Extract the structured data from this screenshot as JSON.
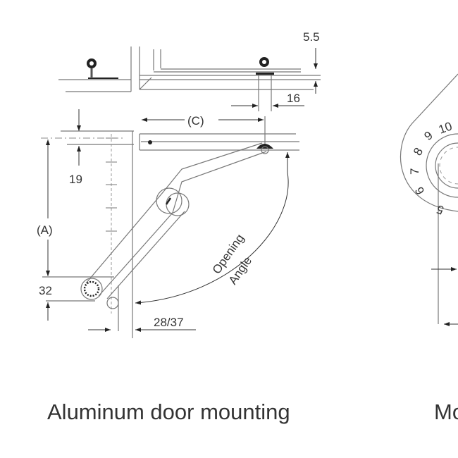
{
  "labels": {
    "dim_5_5": "5.5",
    "dim_16": "16",
    "dim_c": "(C)",
    "dim_19": "19",
    "dim_a": "(A)",
    "dim_32": "32",
    "dim_28_37": "28/37",
    "opening": "Opening",
    "angle": "Angle"
  },
  "dial": {
    "numbers": [
      "10",
      "9",
      "8",
      "7",
      "6",
      "5"
    ]
  },
  "captions": {
    "left": "Aluminum door mounting",
    "right": "Mo"
  }
}
